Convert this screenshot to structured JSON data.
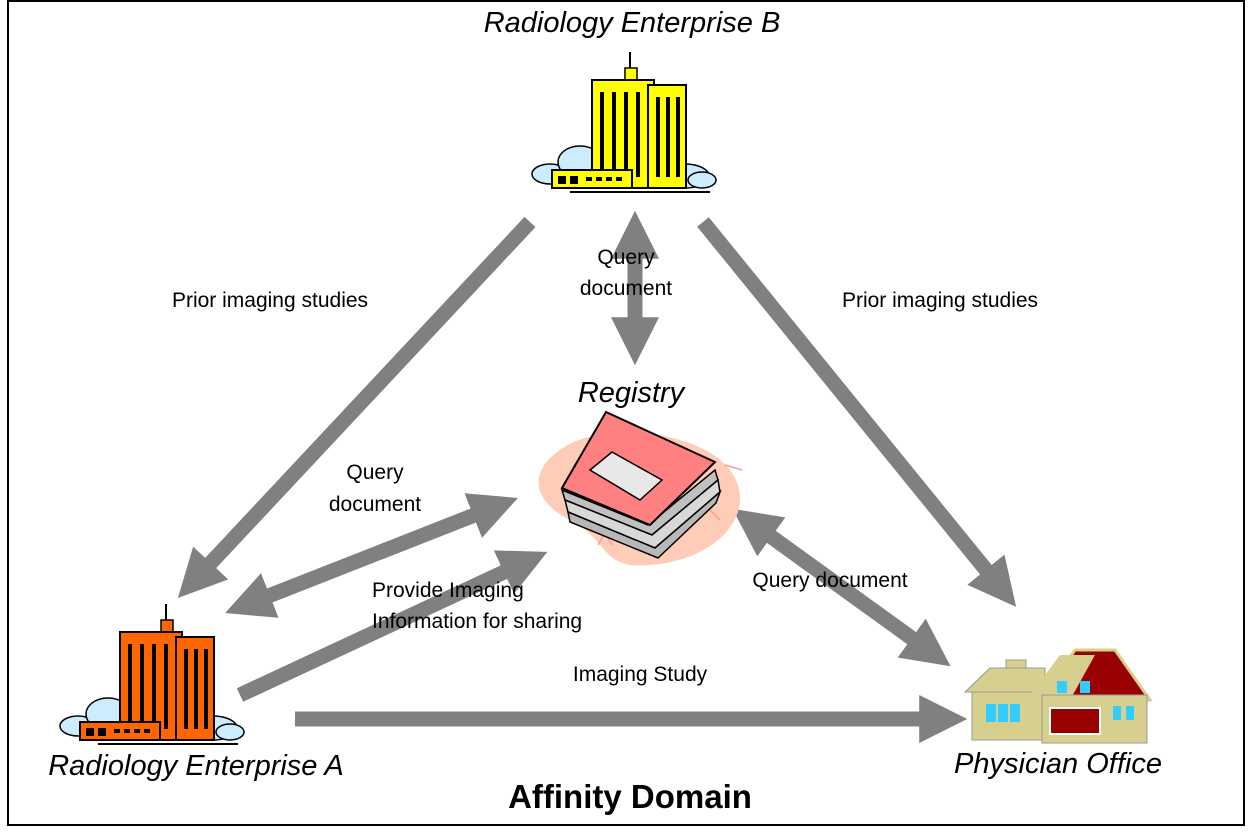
{
  "colors": {
    "arrow": "#808080",
    "enterprise_b": "#FFFF00",
    "enterprise_a": "#FF6600",
    "registry_book": "#FF8080",
    "registry_blob": "#FFCCB8",
    "house_wall": "#D6CF8E",
    "house_roof": "#990000",
    "window": "#33CCFF",
    "cloud": "#CCECFF"
  },
  "nodes": {
    "enterprise_b": {
      "label": "Radiology Enterprise B",
      "icon": "office-building-icon"
    },
    "enterprise_a": {
      "label": "Radiology Enterprise A",
      "icon": "office-building-icon"
    },
    "registry": {
      "label": "Registry",
      "icon": "registry-book-icon"
    },
    "physician": {
      "label": "Physician Office",
      "icon": "house-icon"
    }
  },
  "edges": {
    "b_to_a": {
      "label": "Prior imaging studies"
    },
    "b_to_physician": {
      "label": "Prior imaging studies"
    },
    "b_registry": {
      "label_line1": "Query",
      "label_line2": "document"
    },
    "a_registry_query": {
      "label_line1": "Query",
      "label_line2": "document"
    },
    "a_registry_provide": {
      "label_line1": "Provide Imaging",
      "label_line2": "Information for sharing"
    },
    "physician_registry": {
      "label": "Query document"
    },
    "a_to_physician": {
      "label": "Imaging Study"
    }
  },
  "domain_title": "Affinity Domain"
}
